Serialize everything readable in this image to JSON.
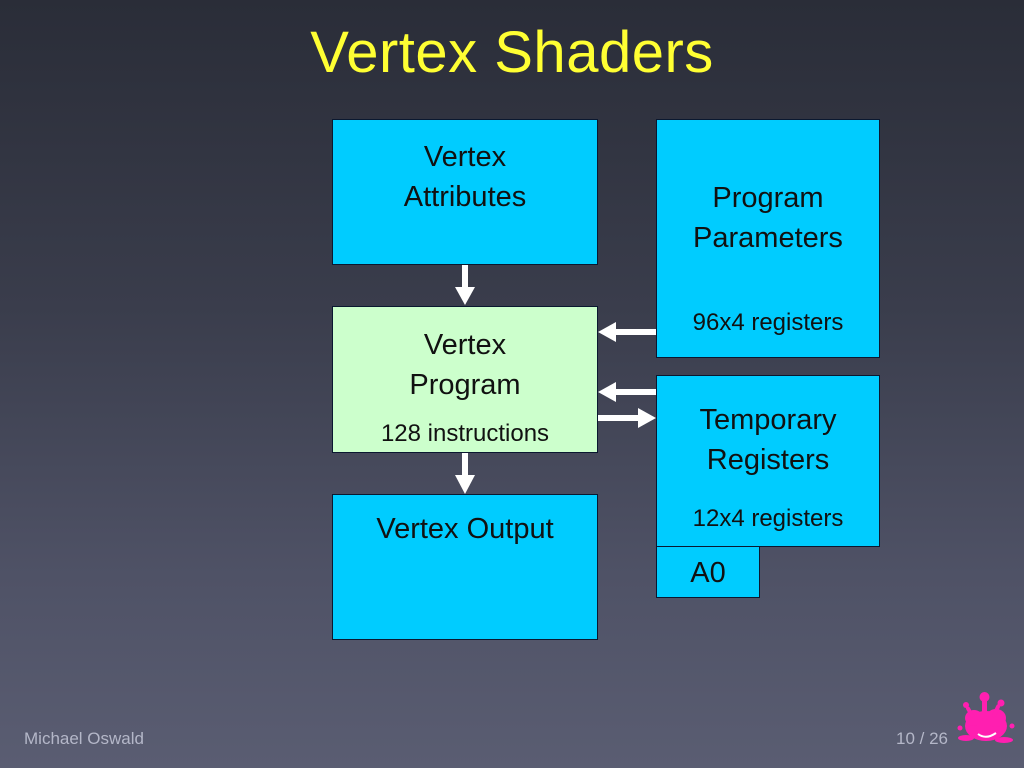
{
  "slide": {
    "title": "Vertex Shaders"
  },
  "diagram": {
    "vertex_attributes": {
      "line1": "Vertex",
      "line2": "Attributes"
    },
    "vertex_program": {
      "line1": "Vertex",
      "line2": "Program",
      "detail": "128 instructions"
    },
    "vertex_output": {
      "label": "Vertex Output"
    },
    "program_parameters": {
      "line1": "Program",
      "line2": "Parameters",
      "detail": "96x4 registers"
    },
    "temporary_registers": {
      "line1": "Temporary",
      "line2": "Registers",
      "detail": "12x4 registers"
    },
    "address_register": {
      "label": "A0"
    }
  },
  "footer": {
    "author": "Michael Oswald",
    "page": "10 / 26"
  },
  "colors": {
    "title": "#ffff33",
    "box_cyan": "#00ccff",
    "box_green": "#ccffcc",
    "arrow": "#ffffff",
    "logo": "#ff1fb0"
  },
  "icons": {
    "logo": "ink-splat-icon"
  }
}
